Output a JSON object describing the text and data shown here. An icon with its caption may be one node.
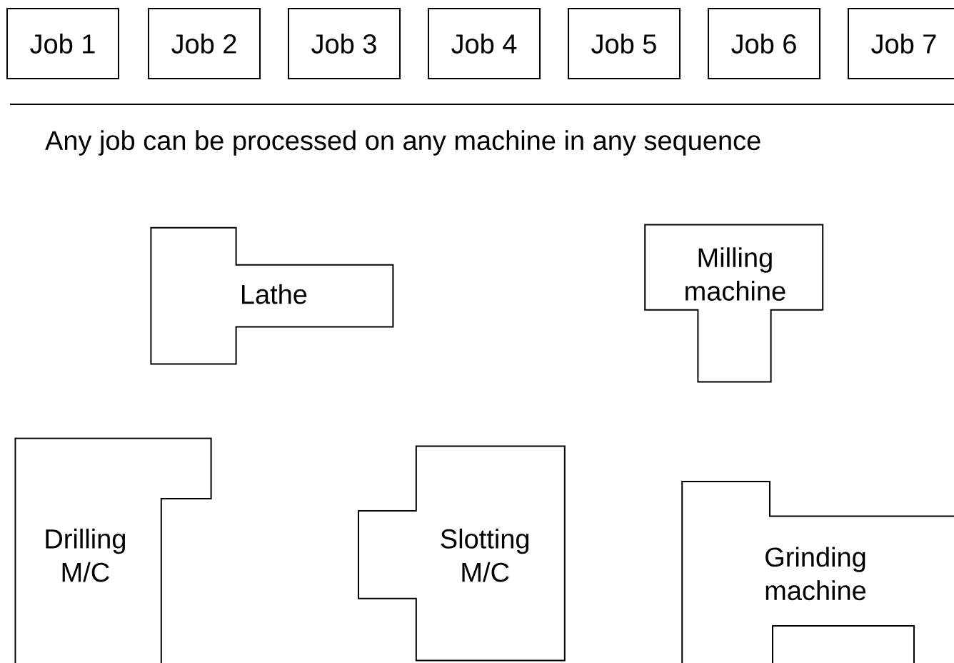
{
  "diagram": {
    "nodes": [
      {
        "text": [
          "Job 1"
        ]
      },
      {
        "text": [
          "Job 2"
        ]
      },
      {
        "text": [
          "Job 3"
        ]
      },
      {
        "text": [
          "Job 4"
        ]
      },
      {
        "text": [
          "Job 5"
        ]
      },
      {
        "text": [
          "Job 6"
        ]
      },
      {
        "text": [
          "Job 7"
        ]
      },
      {
        "text": [
          "Lathe"
        ]
      },
      {
        "text": [
          "Milling machine"
        ]
      },
      {
        "text": [
          "Drilling M/C"
        ]
      },
      {
        "text": [
          "Slotting M/C"
        ]
      },
      {
        "text": [
          "Grinding machine"
        ]
      }
    ],
    "edges": [],
    "labels": [
      "Any job can be processed on any machine in any sequence"
    ]
  }
}
